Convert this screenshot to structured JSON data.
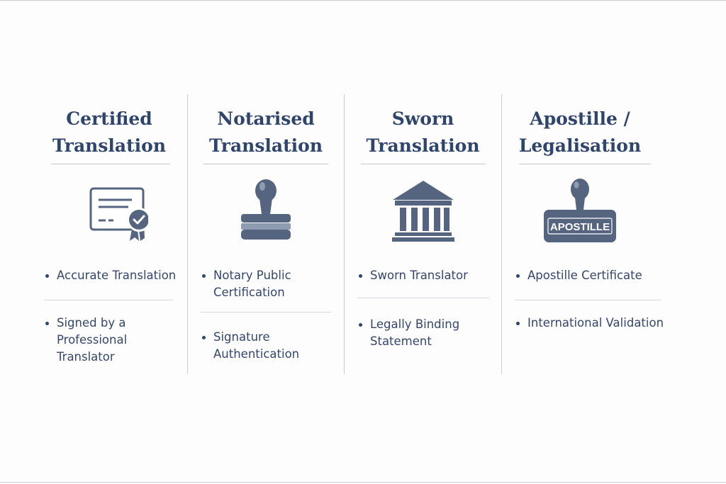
{
  "columns": [
    {
      "title_line1": "Certified",
      "title_line2": "Translation",
      "icon": "certificate-icon",
      "bullets": [
        "Accurate Translation",
        "Signed by a",
        "Professional Translator"
      ]
    },
    {
      "title_line1": "Notarised",
      "title_line2": "Translation",
      "icon": "notary-stamp-icon",
      "bullets": [
        "Notary Public",
        "Certification",
        "Signature",
        "Authentication"
      ]
    },
    {
      "title_line1": "Sworn",
      "title_line2": "Translation",
      "icon": "courthouse-icon",
      "bullets": [
        "Sworn Translator",
        "Legally Binding",
        "Statement"
      ]
    },
    {
      "title_line1": "Apostille /",
      "title_line2": "Legalisation",
      "icon": "apostille-stamp-icon",
      "stamp_text": "APOSTILLE",
      "bullets": [
        "Apostille Certificate",
        "International Validation"
      ]
    }
  ],
  "colors": {
    "title": "#2f456b",
    "icon": "#56657f",
    "divider": "#c7ccd5",
    "background": "#fdfdfe"
  }
}
